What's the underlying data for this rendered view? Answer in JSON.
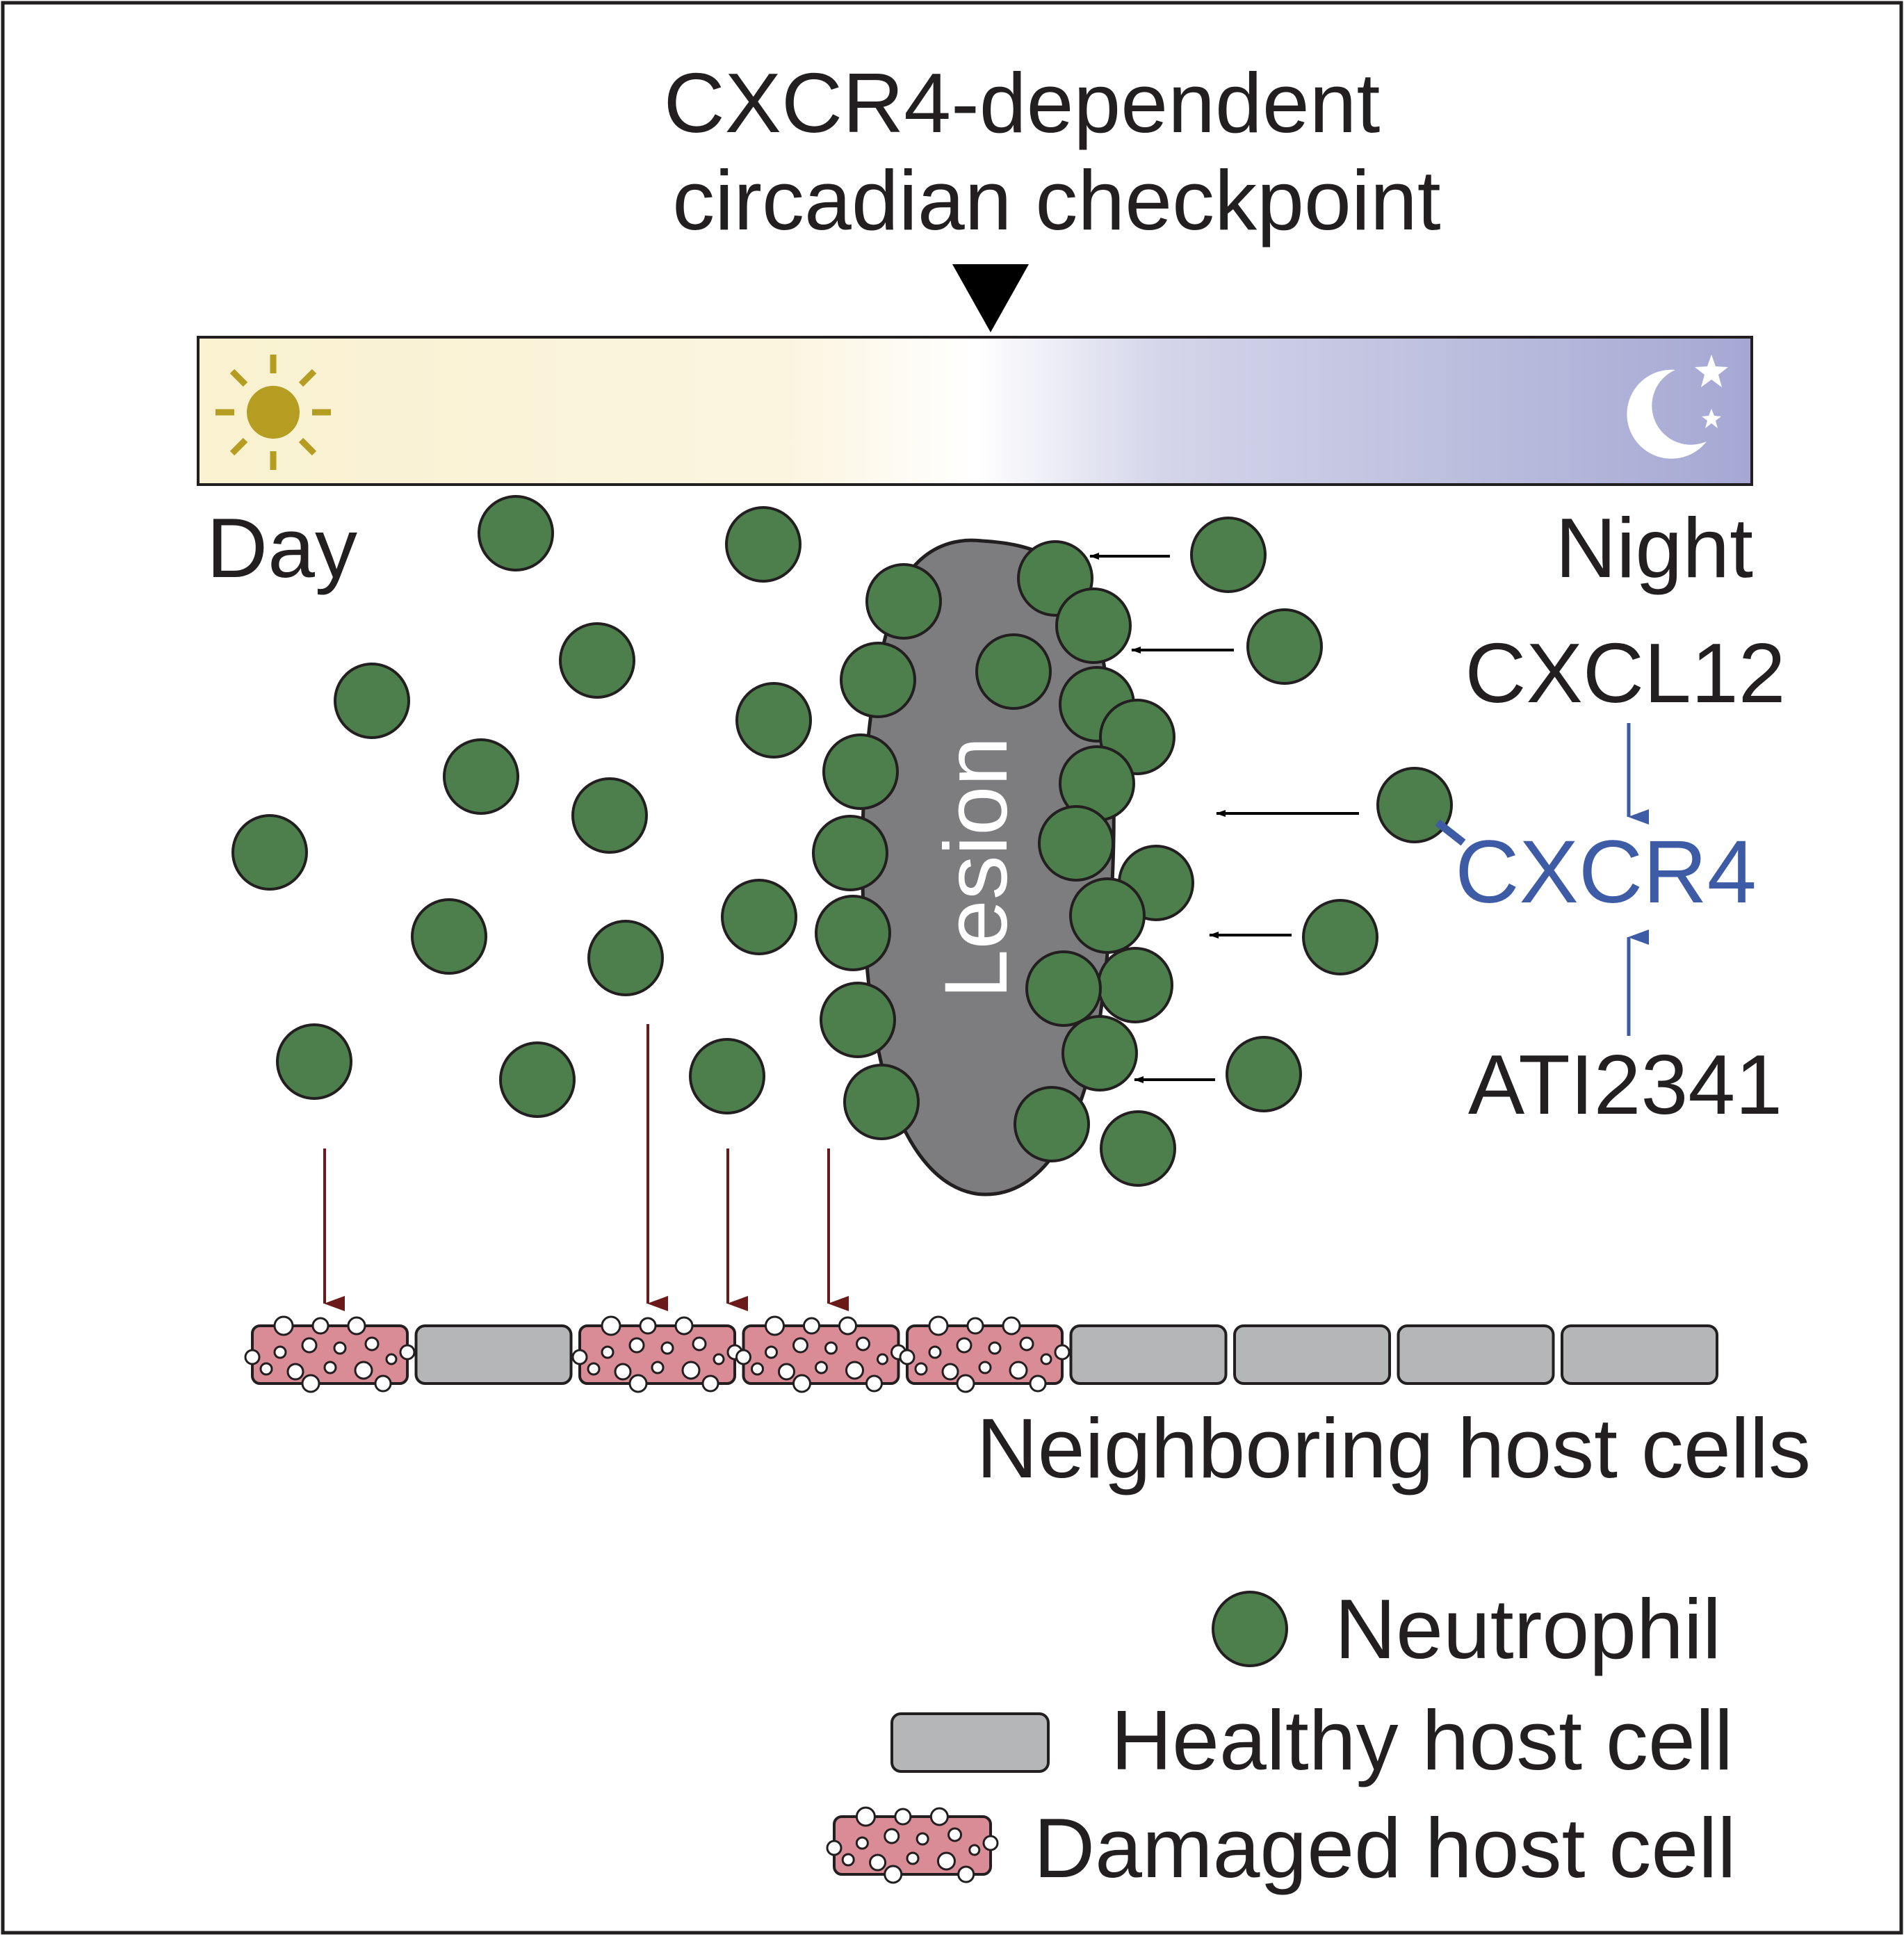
{
  "title_line1": "CXCR4-dependent",
  "title_line2": "circadian checkpoint",
  "day_label": "Day",
  "night_label": "Night",
  "lesion_label": "Lesion",
  "cxcl12_label": "CXCL12",
  "cxcr4_label": "CXCR4",
  "ati2341_label": "ATI2341",
  "neighboring_label": "Neighboring host cells",
  "legend": {
    "neutrophil": "Neutrophil",
    "healthy": "Healthy host cell",
    "damaged": "Damaged host cell"
  },
  "icons": {
    "sun": "sun-icon",
    "moon": "moon-icon",
    "stars": "star-icon"
  },
  "colors": {
    "neutrophil": "#4c7f4c",
    "lesion": "#7d7d7f",
    "healthy_cell": "#b5b6b8",
    "damaged_cell": "#d98c95",
    "day": "#f9f1cf",
    "night": "#a5a8d3",
    "sun": "#b59d22",
    "cxcr4": "#3e5ca6",
    "damage_arrow": "#6b1a1a"
  },
  "host_cells": [
    "damaged",
    "healthy",
    "damaged",
    "damaged",
    "damaged",
    "healthy",
    "healthy",
    "healthy",
    "healthy"
  ]
}
